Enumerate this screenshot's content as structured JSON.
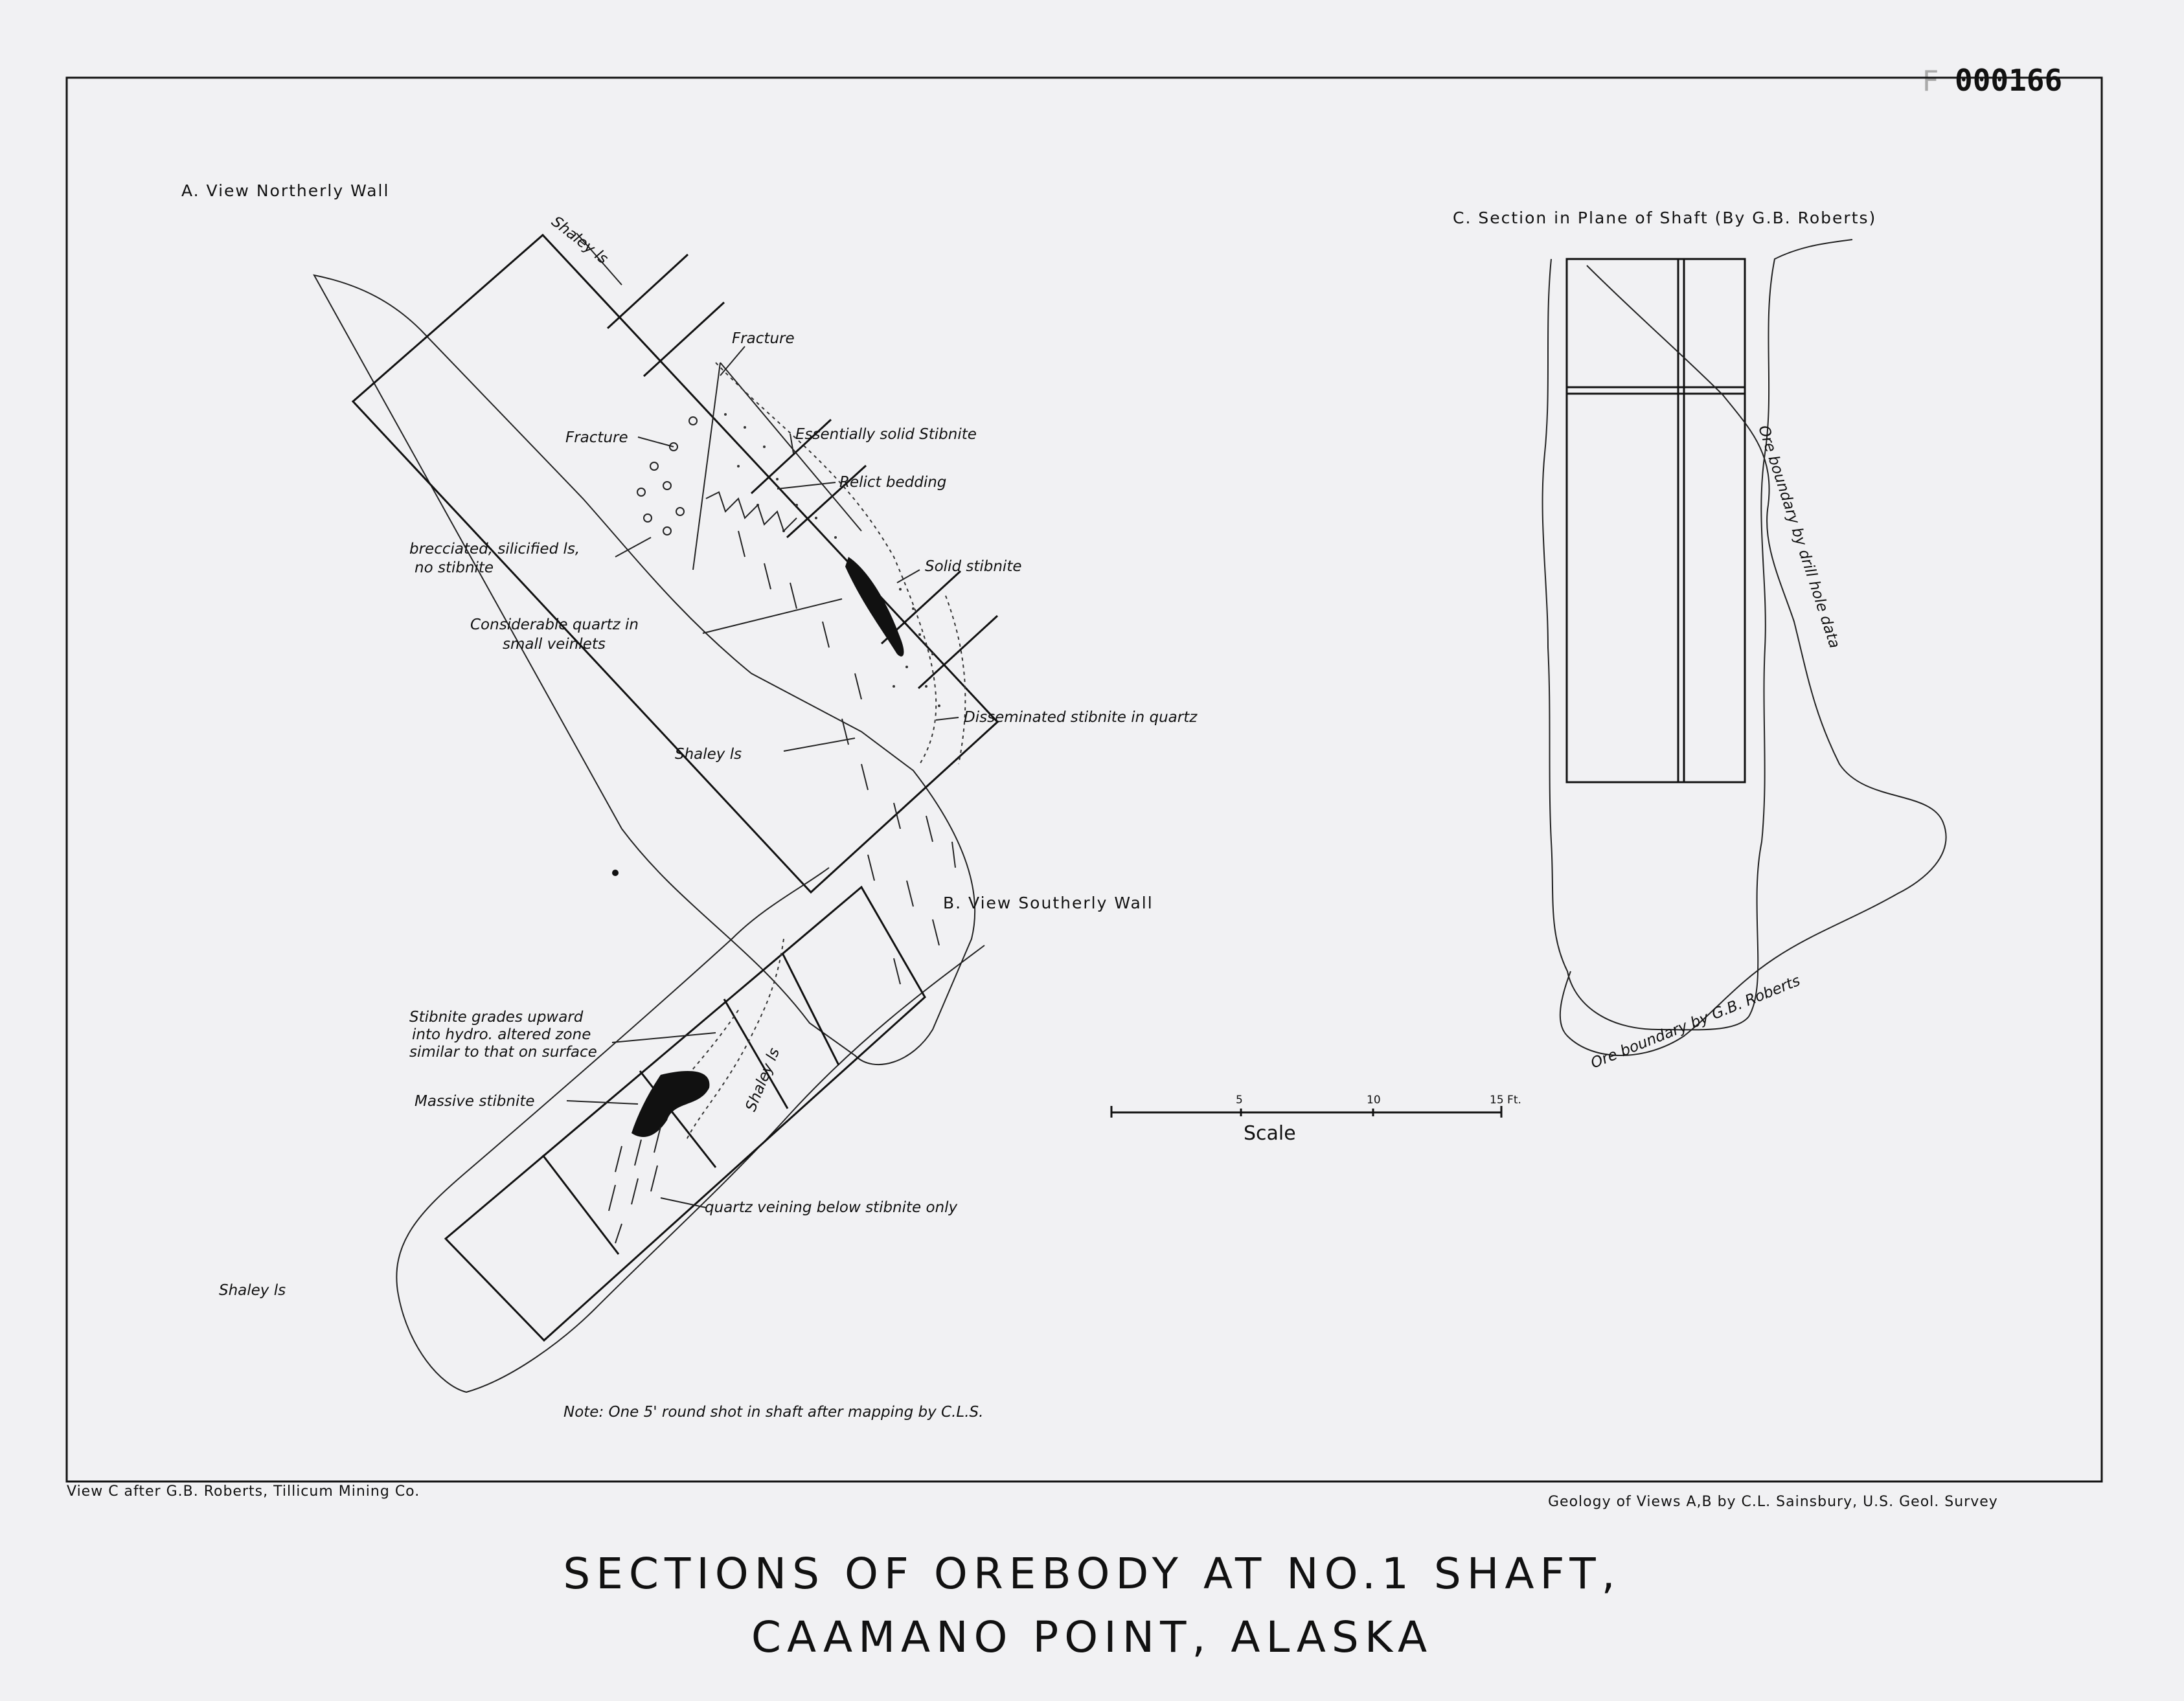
{
  "stamp": {
    "prefix": "F",
    "number": "000166"
  },
  "views": {
    "a": {
      "heading": "A. View Northerly Wall",
      "labels": {
        "shaley_top": "Shaley ls",
        "fracture_top": "Fracture",
        "fracture_left": "Fracture",
        "solid_stibnite_essential": "Essentially solid Stibnite",
        "relict_bedding": "Relict bedding",
        "brecciated_1": "brecciated, silicified ls,",
        "brecciated_2": "no stibnite",
        "solid_stibnite": "Solid stibnite",
        "quartz_1": "Considerable quartz in",
        "quartz_2": "small veinlets",
        "disseminated": "Disseminated stibnite in quartz",
        "shaley_bottom": "Shaley ls"
      }
    },
    "b": {
      "heading": "B. View Southerly Wall",
      "labels": {
        "grades_1": "Stibnite grades upward",
        "grades_2": "into hydro. altered zone",
        "grades_3": "similar to that on surface",
        "massive": "Massive stibnite",
        "shaley_inside": "Shaley ls",
        "quartz_veining": "quartz veining below stibnite only",
        "shaley_left": "Shaley ls"
      }
    },
    "c": {
      "heading": "C. Section in Plane of Shaft (By G.B. Roberts)",
      "labels": {
        "drill_boundary": "Ore boundary by drill hole data",
        "roberts_boundary": "Ore boundary by G.B. Roberts"
      }
    }
  },
  "scale": {
    "label": "Scale",
    "ticks": [
      "5",
      "10",
      "15 Ft."
    ]
  },
  "note": "Note: One 5' round shot in shaft after mapping by C.L.S.",
  "footer": {
    "left": "View C after G.B. Roberts, Tillicum Mining Co.",
    "right": "Geology of Views A,B by C.L. Sainsbury, U.S. Geol. Survey"
  },
  "title": {
    "line1": "SECTIONS OF OREBODY AT NO.1 SHAFT,",
    "line2": "CAAMANO POINT, ALASKA"
  }
}
